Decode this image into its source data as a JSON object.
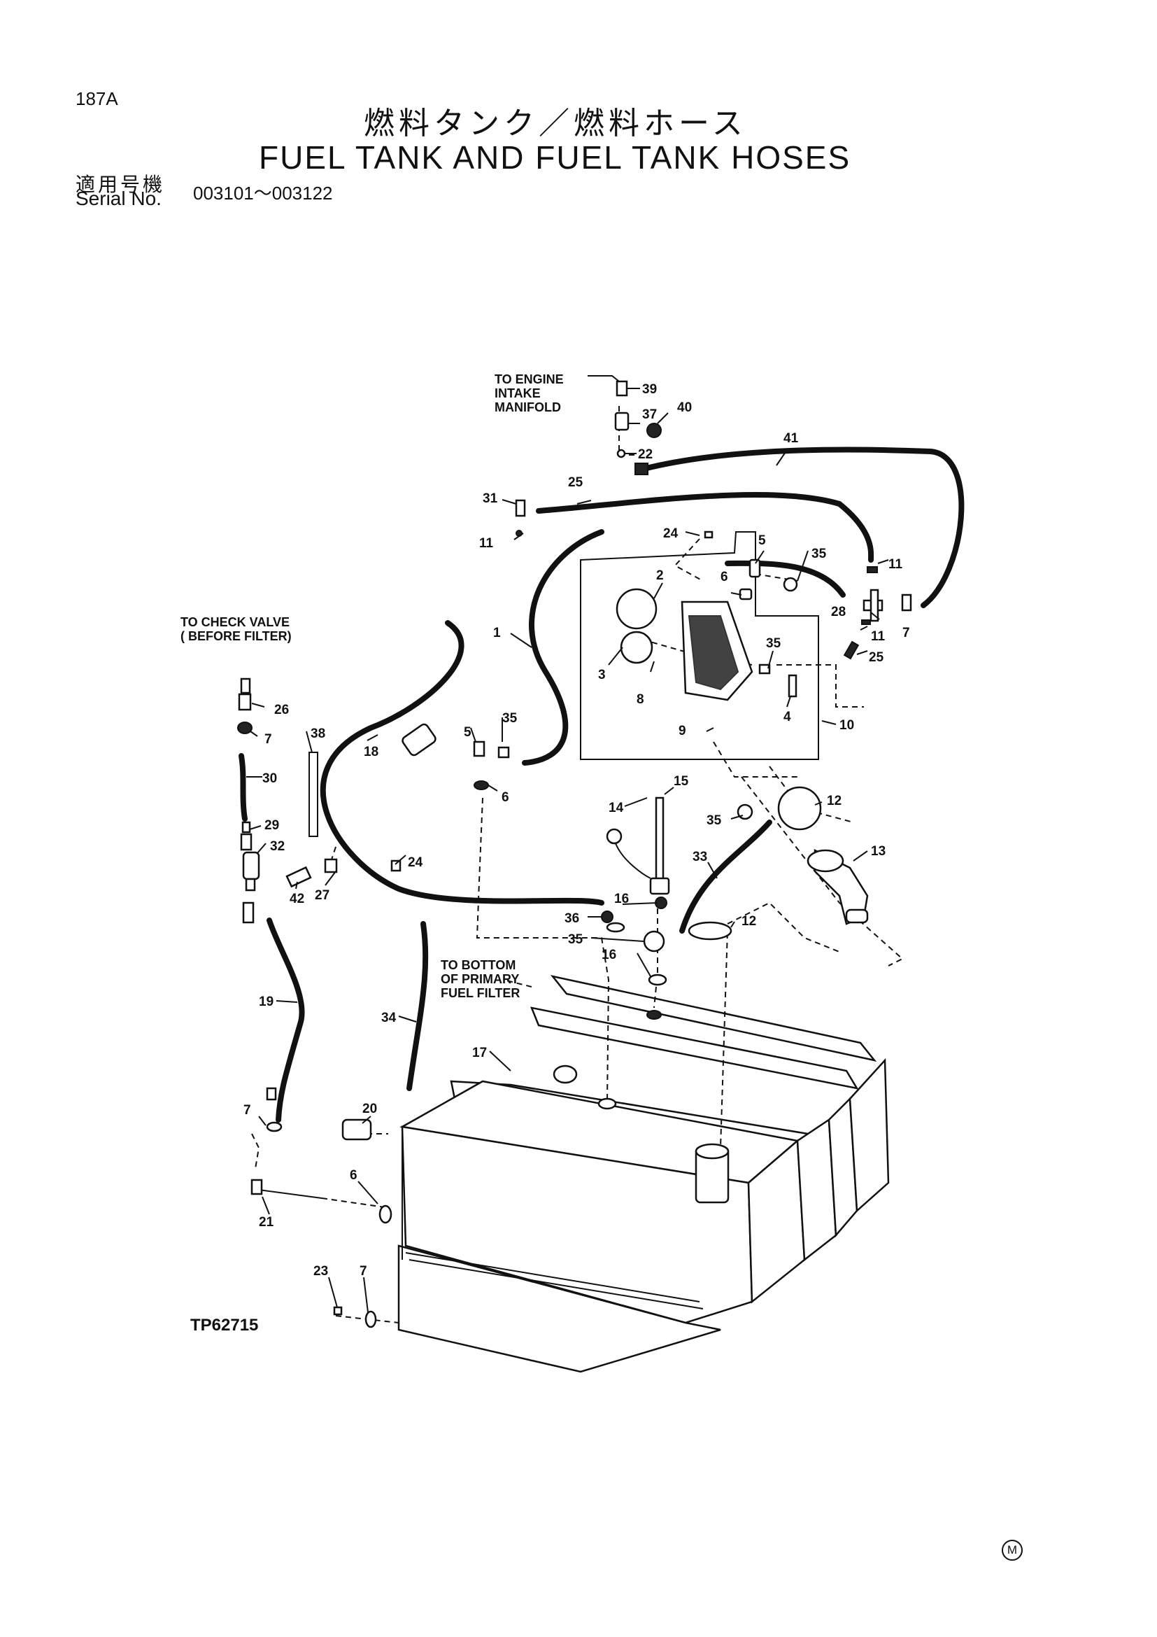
{
  "page_code": "187A",
  "title_jp": "燃料タンク／燃料ホース",
  "title_en": "FUEL TANK AND FUEL TANK HOSES",
  "serial_label_jp": "適用号機",
  "serial_label_en": "Serial No.",
  "serial_range": "003101～003122",
  "figure_code": "TP62715",
  "corner_mark": "M",
  "notes": {
    "engine_intake": [
      "TO ENGINE",
      "INTAKE",
      "MANIFOLD"
    ],
    "check_valve": [
      "TO CHECK VALVE",
      "( BEFORE FILTER)"
    ],
    "primary_filter": [
      "TO BOTTOM",
      "OF PRIMARY",
      "FUEL FILTER"
    ]
  },
  "callouts": [
    "39",
    "37",
    "40",
    "22",
    "41",
    "25",
    "31",
    "11",
    "24",
    "5",
    "35",
    "2",
    "6",
    "11",
    "28",
    "7",
    "11",
    "25",
    "3",
    "8",
    "35",
    "4",
    "10",
    "9",
    "1",
    "26",
    "7",
    "30",
    "29",
    "32",
    "42",
    "27",
    "38",
    "18",
    "5",
    "35",
    "6",
    "24",
    "14",
    "15",
    "35",
    "12",
    "13",
    "33",
    "16",
    "36",
    "35",
    "16",
    "12",
    "19",
    "34",
    "17",
    "20",
    "7",
    "6",
    "21",
    "23",
    "7"
  ]
}
